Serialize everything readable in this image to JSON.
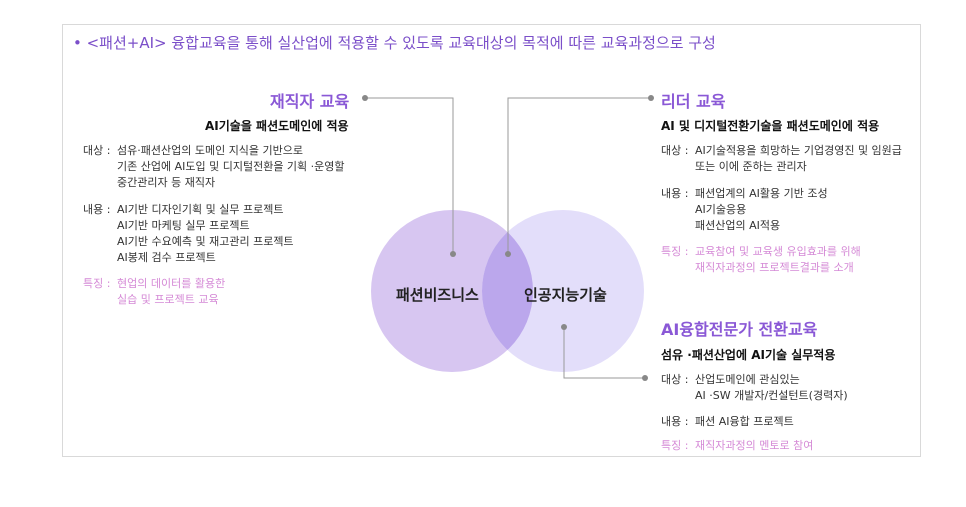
{
  "intro": "• <패션+AI> 융합교육을 통해 실산업에 적용할 수 있도록 교육대상의 목적에 따른 교육과정으로 구성",
  "venn": {
    "left_label": "패션비즈니스",
    "right_label": "인공지능기술",
    "left_color": "#d7c6f1",
    "right_color": "#e3defa",
    "overlap_color": "#bba7ec"
  },
  "worker": {
    "title": "재직자 교육",
    "subtitle": "AI기술을 패션도메인에 적용",
    "target_label": "대상 : ",
    "target_lines": [
      "섬유·패션산업의 도메인 지식을 기반으로",
      "기존 산업에 AI도입 및 디지털전환을 기획 ·운영할",
      "중간관리자 등 재직자"
    ],
    "content_label": "내용 : ",
    "content_lines": [
      "AI기반 디자인기획 및 실무 프로젝트",
      "AI기반 마케팅 실무 프로젝트",
      "AI기반 수요예측 및 재고관리 프로젝트",
      "AI봉제 검수 프로젝트"
    ],
    "feature_label": "특징 : ",
    "feature_lines": [
      "현업의 데이터를 활용한",
      "실습 및 프로젝트 교육"
    ]
  },
  "leader": {
    "title": "리더 교육",
    "subtitle": "AI 및 디지털전환기술을 패션도메인에 적용",
    "target_label": "대상 : ",
    "target_lines": [
      "AI기술적용을 희망하는 기업경영진 및 임원급",
      "또는 이에 준하는 관리자"
    ],
    "content_label": "내용 : ",
    "content_lines": [
      "패션업계의 AI활용 기반 조성",
      "AI기술응용",
      "패션산업의 AI적용"
    ],
    "feature_label": "특징 : ",
    "feature_lines": [
      "교육참여 및 교육생 유입효과를 위해",
      "재직자과정의 프로젝트결과를 소개"
    ]
  },
  "expert": {
    "title": "AI융합전문가 전환교육",
    "subtitle": "섬유 ·패션산업에 AI기술 실무적용",
    "target_label": "대상 : ",
    "target_lines": [
      "산업도메인에 관심있는",
      "AI ·SW 개발자/컨설턴트(경력자)"
    ],
    "content_label": "내용 : ",
    "content_lines": [
      "패션 AI융합 프로젝트"
    ],
    "feature_label": "특징 : ",
    "feature_lines": [
      "재직자과정의 멘토로 참여"
    ]
  }
}
